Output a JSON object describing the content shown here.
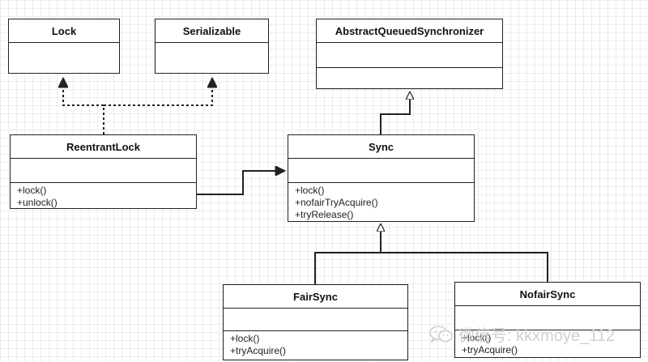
{
  "classes": {
    "lock": {
      "name": "Lock"
    },
    "serializable": {
      "name": "Serializable"
    },
    "aqs": {
      "name": "AbstractQueuedSynchronizer"
    },
    "reentrant_lock": {
      "name": "ReentrantLock",
      "methods": [
        "+lock()",
        "+unlock()"
      ]
    },
    "sync": {
      "name": "Sync",
      "methods": [
        "+lock()",
        "+nofairTryAcquire()",
        "+tryRelease()"
      ]
    },
    "fair_sync": {
      "name": "FairSync",
      "methods": [
        "+lock()",
        "+tryAcquire()"
      ]
    },
    "nofair_sync": {
      "name": "NofairSync",
      "methods": [
        "+lock()",
        "+tryAcquire()"
      ]
    }
  },
  "relations": [
    {
      "from": "ReentrantLock",
      "to": "Lock",
      "type": "realization"
    },
    {
      "from": "ReentrantLock",
      "to": "Serializable",
      "type": "realization"
    },
    {
      "from": "ReentrantLock",
      "to": "Sync",
      "type": "association"
    },
    {
      "from": "Sync",
      "to": "AbstractQueuedSynchronizer",
      "type": "generalization"
    },
    {
      "from": "FairSync",
      "to": "Sync",
      "type": "generalization"
    },
    {
      "from": "NofairSync",
      "to": "Sync",
      "type": "generalization"
    }
  ],
  "watermark": {
    "text": "微信号: kkxmoye_112",
    "icon": "wechat-logo-icon"
  },
  "colors": {
    "line": "#222222",
    "grid": "#ececec",
    "watermark": "#cfcfcf"
  }
}
